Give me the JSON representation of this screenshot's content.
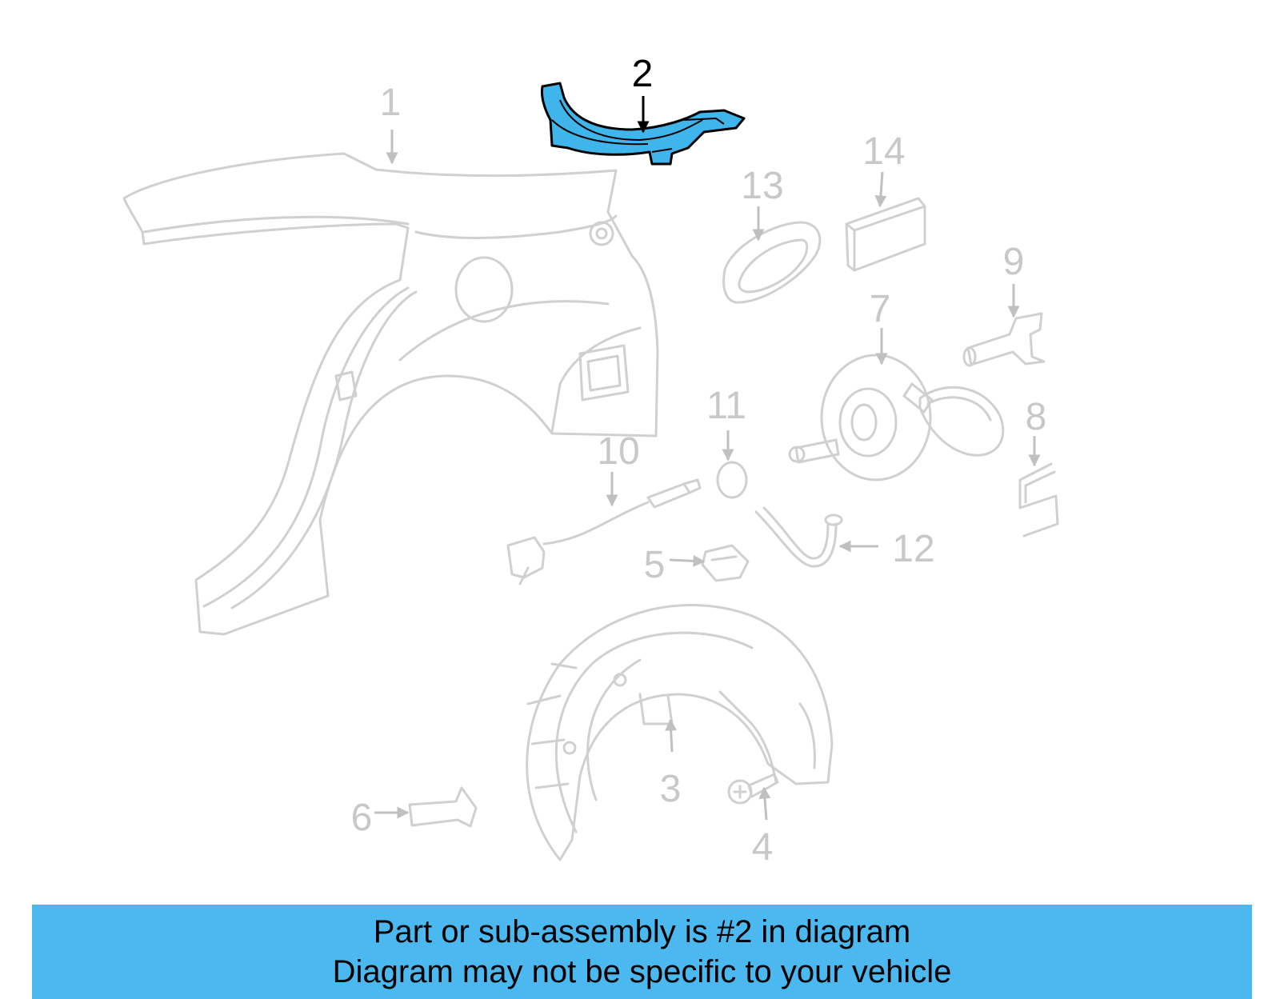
{
  "diagram": {
    "highlight_color": "#3fb5ec",
    "inactive_color": "#c8c8c8",
    "callouts": [
      {
        "id": "1",
        "label": "1"
      },
      {
        "id": "2",
        "label": "2",
        "highlighted": true
      },
      {
        "id": "3",
        "label": "3"
      },
      {
        "id": "4",
        "label": "4"
      },
      {
        "id": "5",
        "label": "5"
      },
      {
        "id": "6",
        "label": "6"
      },
      {
        "id": "7",
        "label": "7"
      },
      {
        "id": "8",
        "label": "8"
      },
      {
        "id": "9",
        "label": "9"
      },
      {
        "id": "10",
        "label": "10"
      },
      {
        "id": "11",
        "label": "11"
      },
      {
        "id": "12",
        "label": "12"
      },
      {
        "id": "13",
        "label": "13"
      },
      {
        "id": "14",
        "label": "14"
      }
    ]
  },
  "banner": {
    "color": "#4bb8f0",
    "line1": "Part or sub-assembly is #2 in diagram",
    "line2": "Diagram may not be specific to your vehicle"
  }
}
